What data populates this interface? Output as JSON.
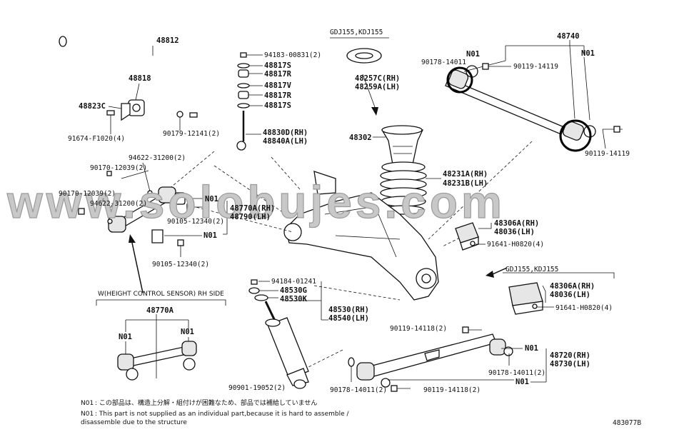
{
  "diagram_id": "483077B",
  "watermark": "www.solobujes.com",
  "parts": {
    "p48812": "48812",
    "p48818": "48818",
    "p48823C": "48823C",
    "p91674": "91674-F1020(4)",
    "p90179": "90179-12141(2)",
    "p94183": "94183-00831(2)",
    "p48817S_a": "48817S",
    "p48817R_a": "48817R",
    "p48817V": "48817V",
    "p48817R_b": "48817R",
    "p48817S_b": "48817S",
    "p48830D": "48830D(RH)",
    "p48840A": "48840A(LH)",
    "variant_label_top": "GDJ155,KDJ155",
    "p48257C": "48257C(RH)",
    "p48259A": "48259A(LH)",
    "p48302": "48302",
    "p48231A": "48231A(RH)",
    "p48231B": "48231B(LH)",
    "p48740": "48740",
    "n01_tl": "N01",
    "n01_tr": "N01",
    "p90178_top": "90178-14011",
    "p90119_top": "90119-14119",
    "p90119_right": "90119-14119",
    "p94622_a": "94622-31200(2)",
    "p90170_a": "90170-12039(2)",
    "p90170_b": "90170-12039(2)",
    "p94622_b": "94622-31200(2)",
    "n01_ml": "N01",
    "p48770A_rh": "48770A(RH)",
    "p48790": "48790(LH)",
    "p90105_a": "90105-12340(2)",
    "n01_ml2": "N01",
    "p90105_b": "90105-12340(2)",
    "p48306A_a": "48306A(RH)",
    "p48036_a": "48036(LH)",
    "p91641_a": "91641-H0820(4)",
    "variant_label_mid": "GDJ155,KDJ155",
    "p48306A_b": "48306A(RH)",
    "p48036_b": "48036(LH)",
    "p91641_b": "91641-H0820(4)",
    "height_sensor_label": "W(HEIGHT CONTROL SENSOR) RH SIDE",
    "p48770A": "48770A",
    "n01_bl1": "N01",
    "n01_bl2": "N01",
    "p94184": "94184-01241",
    "p48530G": "48530G",
    "p48530K": "48530K",
    "p48530": "48530(RH)",
    "p48540": "48540(LH)",
    "p90901": "90901-19052(2)",
    "p90119_b1": "90119-14118(2)",
    "n01_br1": "N01",
    "p48720": "48720(RH)",
    "p48730": "48730(LH)",
    "p90178_b1": "90178-14011(2)",
    "n01_br2": "N01",
    "p90178_b2": "90178-14011(2)",
    "p90119_b2": "90119-14118(2)"
  },
  "notes": {
    "n01_tag_jp": "N01",
    "jp_text": ": この部品は、構造上分解・組付けが困難なため、部品では補給していません",
    "n01_tag_en": "N01",
    "en_text_1": ": This part is not supplied as an individual part,because it is hard to assemble /",
    "en_text_2": "disassemble due to the structure"
  }
}
